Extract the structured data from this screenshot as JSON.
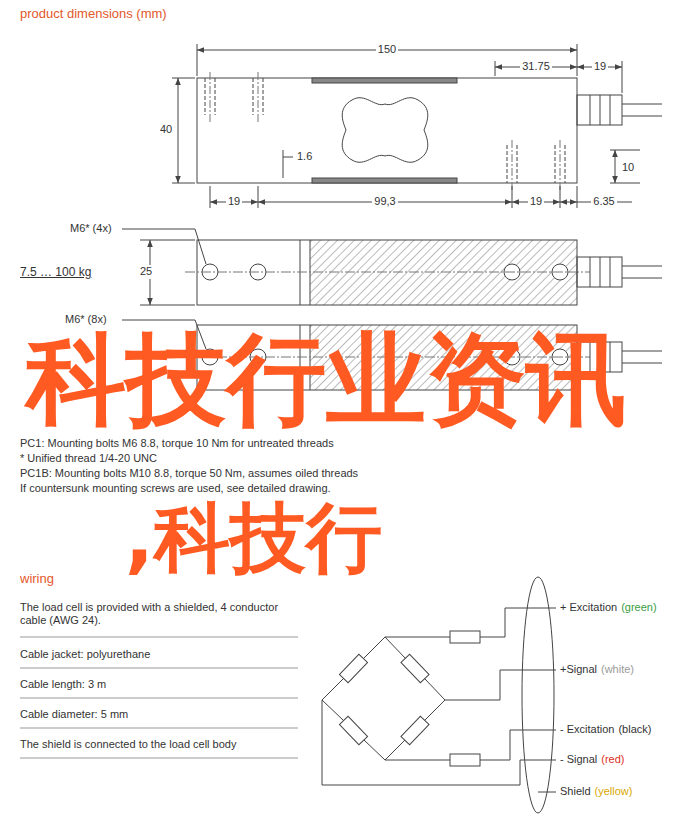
{
  "diagram": {
    "title": "product dimensions (mm)",
    "labels": [
      "150",
      "31.75",
      "19",
      "40",
      "1.6",
      "10",
      "19",
      "99,3",
      "19",
      "6.35",
      "M6* (4x)",
      "7.5 … 100 kg",
      "25",
      "M6* (8x)",
      "科技行业资讯",
      ",科技行",
      "PC1: Mounting bolts M6 8.8, torque 10 Nm for untreated threads",
      "* Unified thread 1/4-20 UNC",
      "PC1B: Mounting bolts M10 8.8, torque 50 Nm, assumes oiled threads",
      "If countersunk mounting screws are used, see detailed drawing.",
      "wiring",
      "The load cell is provided with a shielded, 4 conductor cable (AWG 24).",
      "Cable jacket: polyurethane",
      "Cable length: 3 m",
      "Cable diameter: 5 mm",
      "The shield is connected to the load cell body",
      "+ Excitation",
      "(green)",
      "+Signal",
      "(white)",
      "- Excitation",
      "(black)",
      "- Signal",
      "(red)",
      "Shield",
      "(yellow)"
    ]
  }
}
